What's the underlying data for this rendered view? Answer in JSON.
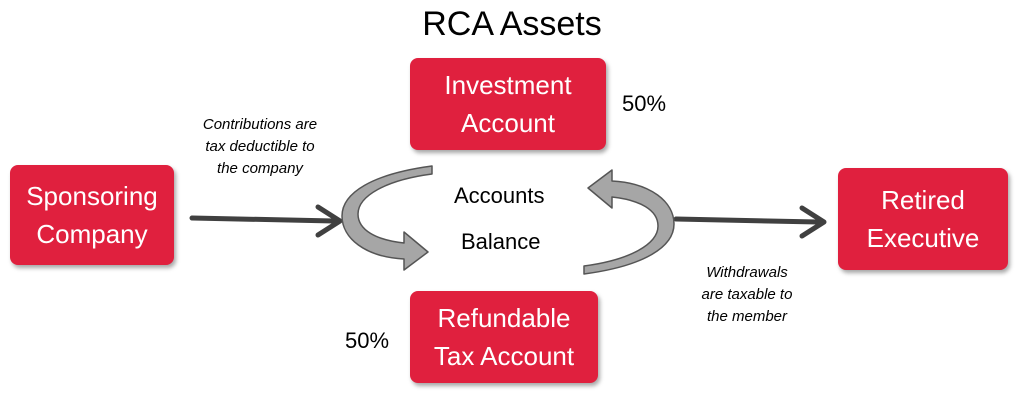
{
  "title": "RCA Assets",
  "boxes": {
    "investment": [
      "Investment",
      "Account"
    ],
    "sponsoring": [
      "Sponsoring",
      "Company"
    ],
    "retired": [
      "Retired",
      "Executive"
    ],
    "refundable": [
      "Refundable",
      "Tax Account"
    ]
  },
  "percentages": {
    "investment": "50%",
    "refundable": "50%"
  },
  "notes": {
    "contributions": [
      "Contributions are",
      "tax deductible to",
      "the company"
    ],
    "withdrawals": [
      "Withdrawals",
      "are taxable to",
      "the member"
    ]
  },
  "center": {
    "line1": "Accounts",
    "line2": "Balance"
  },
  "colors": {
    "box_fill": "#e0203e",
    "cycle_arrow_fill": "#a6a6a6",
    "flow_arrow": "#404040"
  }
}
